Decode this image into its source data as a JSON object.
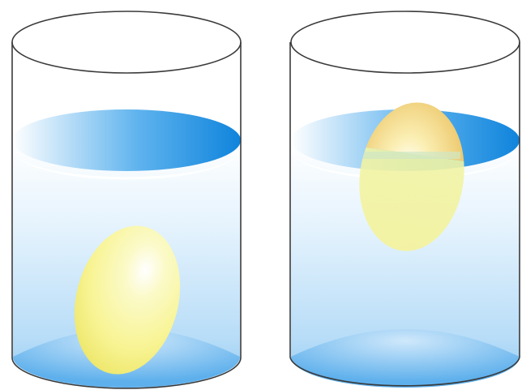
{
  "diagram": {
    "type": "illustration",
    "description_visible_text": "",
    "glasses": [
      {
        "id": "left",
        "liquid": "water",
        "egg_state": "sunk",
        "egg_color": "#f7f39a"
      },
      {
        "id": "right",
        "liquid": "water",
        "egg_state": "floating",
        "egg_color": "#f4e680"
      }
    ],
    "colors": {
      "glass_outline": "#3a3a3a",
      "water_surface_dark": "#1a8fe0",
      "water_surface_light": "#ffffff",
      "water_body_top": "#ffffff",
      "water_body_bottom": "#7cc4f2",
      "egg_highlight": "#ffffff",
      "egg_shadow_floating": "#e8b94a"
    }
  }
}
